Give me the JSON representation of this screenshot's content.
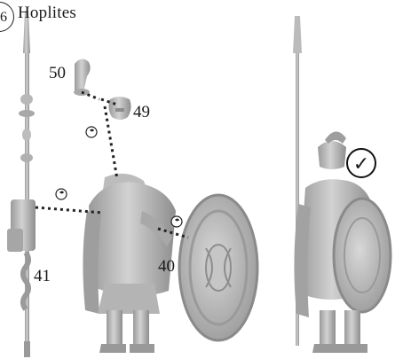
{
  "header": {
    "step_number": "6",
    "title": "Hoplites"
  },
  "parts": [
    {
      "id": "50",
      "label": "50"
    },
    {
      "id": "49",
      "label": "49"
    },
    {
      "id": "41",
      "label": "41"
    },
    {
      "id": "40",
      "label": "40"
    }
  ],
  "result": {
    "check_glyph": "✓"
  },
  "colors": {
    "model_gray": "#b5b5b5",
    "model_shadow": "#8a8a8a",
    "guide_line": "#222222"
  },
  "icons": [
    "glue-drop-icon",
    "checkmark-circle-icon",
    "spear-part",
    "head-part",
    "helmet-crest-part",
    "body-part",
    "shield-part",
    "assembled-hoplite"
  ]
}
